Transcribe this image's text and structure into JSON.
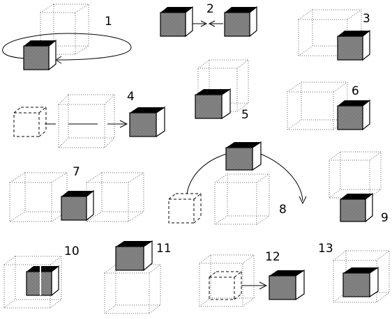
{
  "labels": [
    "1",
    "2",
    "3",
    "4",
    "5",
    "6",
    "7",
    "8",
    "9",
    "10",
    "11",
    "12",
    "13"
  ],
  "colors": {
    "cube_front": "#555555",
    "cube_top": "#000000",
    "cube_side": "#ffffff",
    "line": "#000000",
    "outline": "#666666"
  }
}
